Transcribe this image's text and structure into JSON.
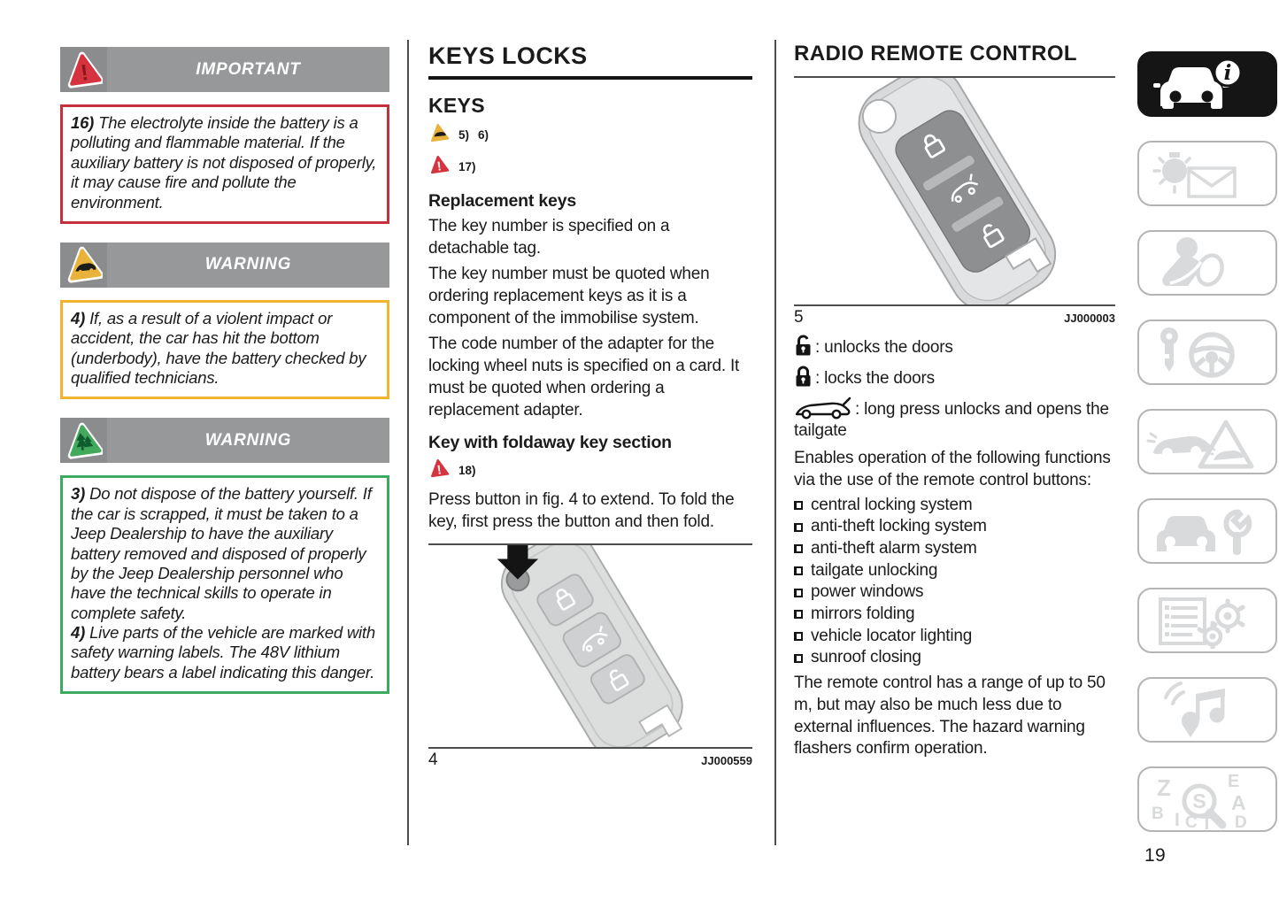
{
  "page": {
    "number": "19"
  },
  "colors": {
    "header_gray": "#97989a",
    "alert_red": "#c5303c",
    "alert_yellow": "#f0b42e",
    "alert_green": "#3cab5f",
    "rule_gray": "#4c4d4e",
    "active_tab_black": "#151515"
  },
  "left_column": {
    "important_header": "IMPORTANT",
    "important_note": {
      "number": "16)",
      "text": "The electrolyte inside the battery is a polluting and flammable material. If the auxiliary battery is not disposed of properly, it may cause fire and pollute the environment."
    },
    "warning_header_1": "WARNING",
    "warning_note_1": {
      "number": "4)",
      "text": "If, as a result of a violent impact or accident, the car has hit the bottom (underbody), have the battery checked by qualified technicians."
    },
    "warning_header_2": "WARNING",
    "warning_note_2a": {
      "number": "3)",
      "text": "Do not dispose of the battery yourself. If the car is scrapped, it must be taken to a Jeep Dealership to have the auxiliary battery removed and disposed of properly by the Jeep Dealership personnel who have the technical skills to operate in complete safety."
    },
    "warning_note_2b": {
      "number": "4)",
      "text": "Live parts of the vehicle are marked with safety warning labels. The 48V lithium battery bears a label indicating this danger."
    }
  },
  "middle_column": {
    "title": "KEYS LOCKS",
    "keys_heading": "KEYS",
    "warning_ref_a": "5)",
    "warning_ref_b": "6)",
    "important_ref_1": "17)",
    "replacement_heading": "Replacement keys",
    "replacement_p1": "The key number is specified on a detachable tag.",
    "replacement_p2": "The key number must be quoted when ordering replacement keys as it is a component of the immobilise system.",
    "replacement_p3": "The code number of the adapter for the locking wheel nuts is specified on a card. It must be quoted when ordering a replacement adapter.",
    "foldaway_heading": "Key with foldaway key section",
    "important_ref_2": "18)",
    "foldaway_p": "Press button in fig. 4 to extend. To fold the key, first press the button and then fold.",
    "figure_number": "4",
    "figure_code": "JJ000559"
  },
  "right_column": {
    "title": "RADIO REMOTE CONTROL",
    "figure_number": "5",
    "figure_code": "JJ000003",
    "legend": [
      {
        "icon": "unlock-icon",
        "text": ": unlocks the doors"
      },
      {
        "icon": "lock-icon",
        "text": ": locks the doors"
      },
      {
        "icon": "tailgate-icon",
        "text": ": long press unlocks and opens the tailgate"
      }
    ],
    "intro": "Enables operation of the following functions via the use of the remote control buttons:",
    "functions": [
      "central locking system",
      "anti-theft locking system",
      "anti-theft alarm system",
      "tailgate unlocking",
      "power windows",
      "mirrors folding",
      "vehicle locator lighting",
      "sunroof closing"
    ],
    "outro": "The remote control has a range of up to 50 m, but may also be much less due to external influences. The hazard warning flashers confirm operation."
  },
  "sidebar": {
    "tabs": [
      {
        "icon": "car-info-icon",
        "active": true
      },
      {
        "icon": "warning-lights-icon",
        "active": false
      },
      {
        "icon": "safety-airbag-icon",
        "active": false
      },
      {
        "icon": "starting-driving-icon",
        "active": false
      },
      {
        "icon": "emergency-icon",
        "active": false
      },
      {
        "icon": "servicing-icon",
        "active": false
      },
      {
        "icon": "technical-data-icon",
        "active": false
      },
      {
        "icon": "multimedia-icon",
        "active": false
      },
      {
        "icon": "index-search-icon",
        "active": false
      }
    ]
  }
}
